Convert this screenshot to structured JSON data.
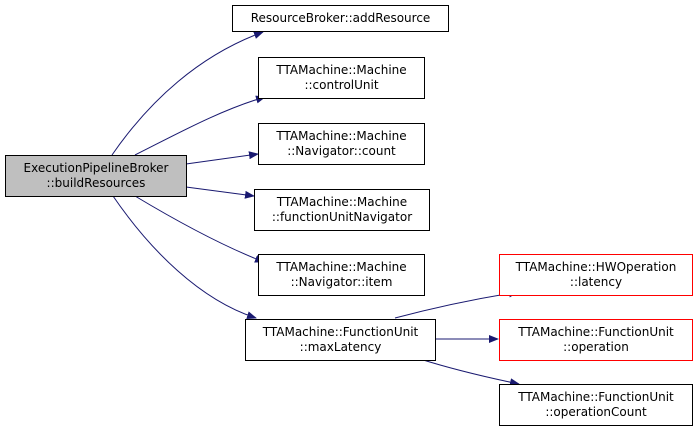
{
  "colors": {
    "edge": "#191970",
    "root_fill": "#bfbfbf",
    "normal_border": "#000000",
    "truncated_border": "#ff0000"
  },
  "nodes": {
    "root": {
      "line1": "ExecutionPipelineBroker",
      "line2": "::buildResources"
    },
    "addres": {
      "line1": "ResourceBroker::addResource"
    },
    "ctrl": {
      "line1": "TTAMachine::Machine",
      "line2": "::controlUnit"
    },
    "count": {
      "line1": "TTAMachine::Machine",
      "line2": "::Navigator::count"
    },
    "funav": {
      "line1": "TTAMachine::Machine",
      "line2": "::functionUnitNavigator"
    },
    "item": {
      "line1": "TTAMachine::Machine",
      "line2": "::Navigator::item"
    },
    "maxlat": {
      "line1": "TTAMachine::FunctionUnit",
      "line2": "::maxLatency"
    },
    "lat": {
      "line1": "TTAMachine::HWOperation",
      "line2": "::latency"
    },
    "op": {
      "line1": "TTAMachine::FunctionUnit",
      "line2": "::operation"
    },
    "opcnt": {
      "line1": "TTAMachine::FunctionUnit",
      "line2": "::operationCount"
    }
  }
}
